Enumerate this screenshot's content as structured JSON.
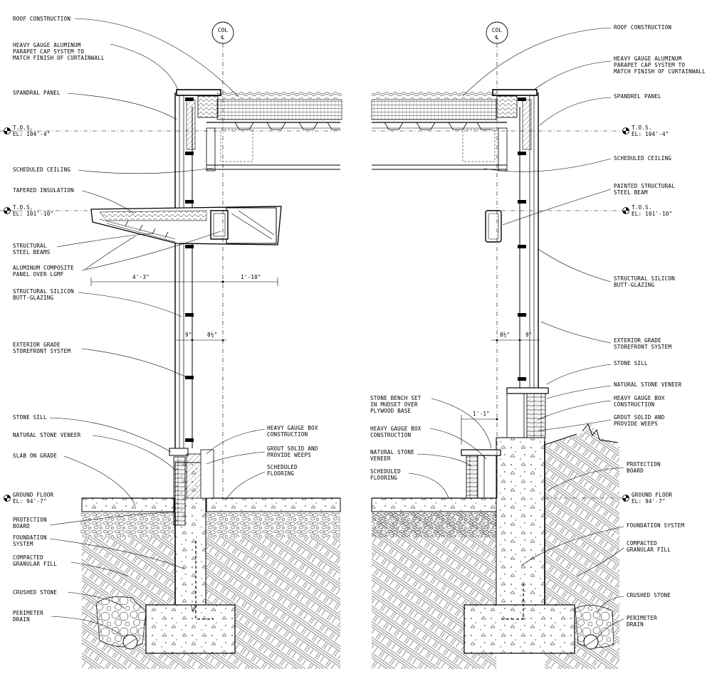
{
  "left": {
    "col_bubble": {
      "top": "COL",
      "bottom": "℄"
    },
    "elevations": [
      {
        "name": "T.O.S.",
        "value": "EL: 104'-4\""
      },
      {
        "name": "T.O.S.",
        "value": "EL: 101'-10\""
      },
      {
        "name": "GROUND FLOOR",
        "value": "EL: 94'-7\""
      }
    ],
    "labels": [
      [
        "ROOF CONSTRUCTION"
      ],
      [
        "HEAVY GAUGE ALUMINUM",
        "PARAPET CAP SYSTEM TO",
        "MATCH FINISH OF CURTAINWALL"
      ],
      [
        "SPANDRAL PANEL"
      ],
      [
        "SCHEDULED CEILING"
      ],
      [
        "TAPERED INSULATION"
      ],
      [
        "STRUCTURAL",
        "STEEL BEAMS"
      ],
      [
        "ALUMINUM COMPOSITE",
        "PANEL OVER LGMF"
      ],
      [
        "STRUCTURAL SILICON",
        "BUTT-GLAZING"
      ],
      [
        "EXTERIOR GRADE",
        "STOREFRONT SYSTEM"
      ],
      [
        "STONE SILL"
      ],
      [
        "NATURAL STONE VENEER"
      ],
      [
        "SLAB ON GRADE"
      ],
      [
        "PROTECTION",
        "BOARD"
      ],
      [
        "FOUNDATION",
        "SYSTEM"
      ],
      [
        "COMPACTED",
        "GRANULAR FILL"
      ],
      [
        "CRUSHED STONE"
      ],
      [
        "PERIMETER",
        "DRAIN"
      ],
      [
        "HEAVY GAUGE BOX",
        "CONSTRUCTION"
      ],
      [
        "GROUT SOLID AND",
        "PROVIDE WEEPS"
      ],
      [
        "SCHEDULED",
        "FLOORING"
      ]
    ],
    "dimensions": [
      "4'-3\"",
      "1'-10\"",
      "9\"",
      "8½\""
    ]
  },
  "right": {
    "col_bubble": {
      "top": "COL",
      "bottom": "℄"
    },
    "elevations": [
      {
        "name": "T.O.S.",
        "value": "EL: 104'-4\""
      },
      {
        "name": "T.O.S.",
        "value": "EL: 101'-10\""
      },
      {
        "name": "GROUND FLOOR",
        "value": "EL: 94'-7\""
      }
    ],
    "labels": [
      [
        "ROOF CONSTRUCTION"
      ],
      [
        "HEAVY GAUGE ALUMINUM",
        "PARAPET CAP SYSTEM TO",
        "MATCH FINISH OF CURTAINWALL"
      ],
      [
        "SPANDREL PANEL"
      ],
      [
        "SCHEDULED CEILING"
      ],
      [
        "PAINTED STRUCTURAL",
        "STEEL BEAM"
      ],
      [
        "STRUCTURAL SILICON",
        "BUTT-GLAZING"
      ],
      [
        "EXTERIOR GRADE",
        "STOREFRONT SYSTEM"
      ],
      [
        "STONE SILL"
      ],
      [
        "NATURAL STONE VENEER"
      ],
      [
        "HEAVY GAUGE BOX",
        "CONSTRUCTION"
      ],
      [
        "GROUT SOLID AND",
        "PROVIDE WEEPS"
      ],
      [
        "PROTECTION",
        "BOARD"
      ],
      [
        "FOUNDATION SYSTEM"
      ],
      [
        "COMPACTED",
        "GRANULAR FILL"
      ],
      [
        "CRUSHED STONE"
      ],
      [
        "PERIMETER",
        "DRAIN"
      ],
      [
        "STONE BENCH SET",
        "IN MUDSET OVER",
        "PLYWOOD BASE"
      ],
      [
        "HEAVY GAUGE BOX",
        "CONSTRUCTION"
      ],
      [
        "NATURAL STONE",
        "VENEER"
      ],
      [
        "SCHEDULED",
        "FLOORING"
      ]
    ],
    "dimensions": [
      "1'-1\"",
      "8½\"",
      "9\""
    ]
  }
}
